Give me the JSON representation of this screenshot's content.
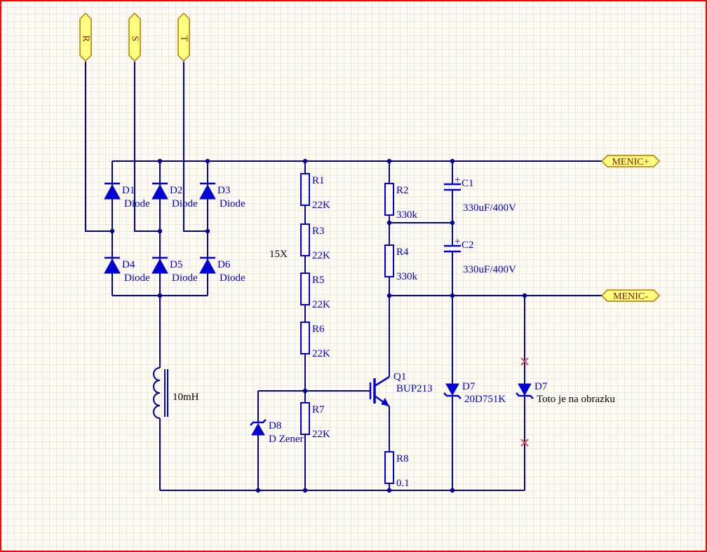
{
  "colors": {
    "wire": "#000091",
    "symbol": "#0000d2",
    "label": "#0000c3",
    "annotation": "#000000",
    "port_fill": "#ffff80",
    "port_stroke": "#b87800",
    "port_text": "#801800",
    "error": "#cc5555",
    "sheet_border": "#ff0000",
    "grid_line": "#f1e3e3",
    "background": "#fdfcf3"
  },
  "connectors": [
    {
      "label": "R"
    },
    {
      "label": "S"
    },
    {
      "label": "T"
    }
  ],
  "ports": {
    "positive": {
      "label": "MENIC+"
    },
    "negative": {
      "label": "MENIC-"
    }
  },
  "components": {
    "D1": {
      "ref": "D1",
      "value": "Diode"
    },
    "D2": {
      "ref": "D2",
      "value": "Diode"
    },
    "D3": {
      "ref": "D3",
      "value": "Diode"
    },
    "D4": {
      "ref": "D4",
      "value": "Diode"
    },
    "D5": {
      "ref": "D5",
      "value": "Diode"
    },
    "D6": {
      "ref": "D6",
      "value": "Diode"
    },
    "R1": {
      "ref": "R1",
      "value": "22K"
    },
    "R2": {
      "ref": "R2",
      "value": "330k"
    },
    "R3": {
      "ref": "R3",
      "value": "22K"
    },
    "R4": {
      "ref": "R4",
      "value": "330k"
    },
    "R5": {
      "ref": "R5",
      "value": "22K"
    },
    "R6": {
      "ref": "R6",
      "value": "22K"
    },
    "R7": {
      "ref": "R7",
      "value": "22K"
    },
    "R8": {
      "ref": "R8",
      "value": "0.1"
    },
    "C1": {
      "ref": "C1",
      "value": "330uF/400V",
      "polarity": "+"
    },
    "C2": {
      "ref": "C2",
      "value": "330uF/400V",
      "polarity": "+"
    },
    "Q1": {
      "ref": "Q1",
      "value": "BUP213"
    },
    "D8": {
      "ref": "D8",
      "value": "D Zener"
    },
    "D7A": {
      "ref": "D7",
      "value": "20D751K"
    },
    "D7B": {
      "ref": "D7",
      "value": "Toto je na obrazku"
    },
    "L1": {
      "value": "10mH"
    }
  },
  "annotations": {
    "multiplier": "15X"
  }
}
